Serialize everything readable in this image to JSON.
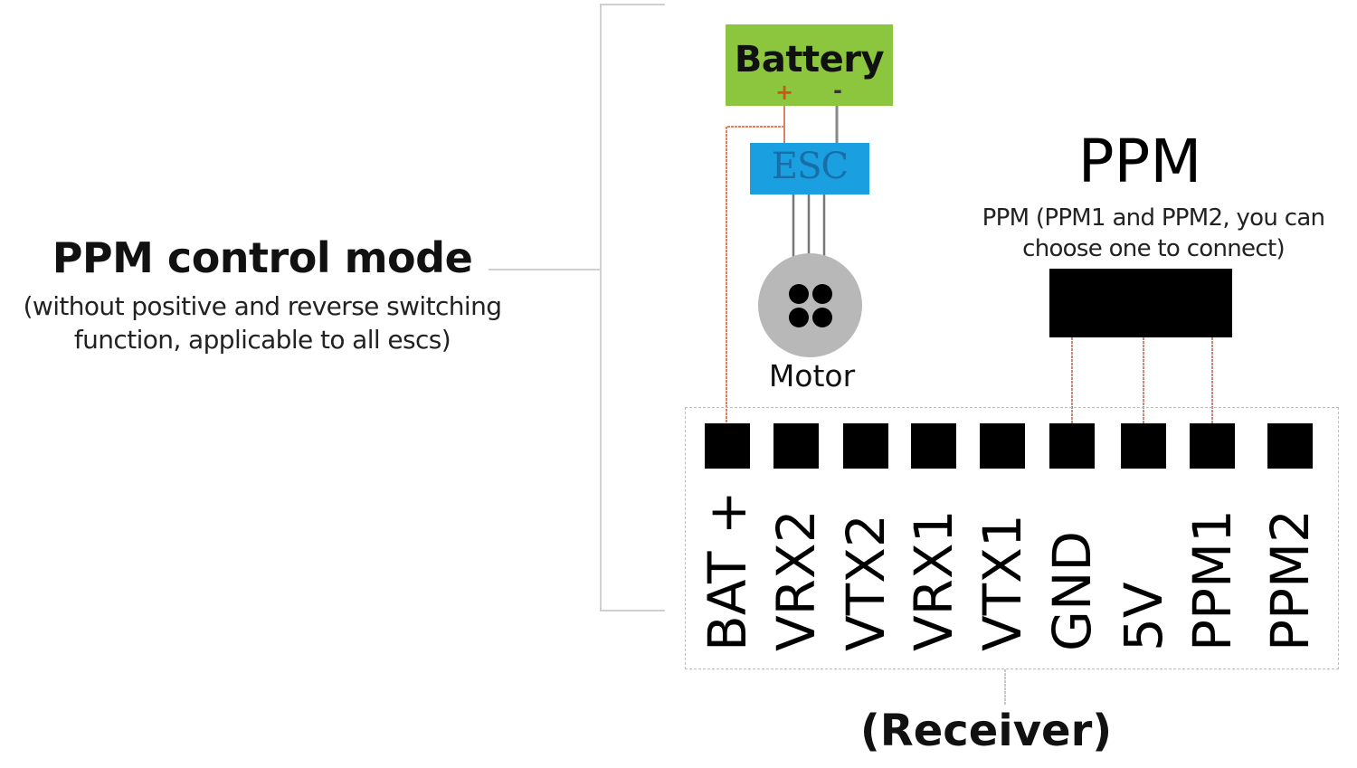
{
  "diagram": {
    "mode": {
      "title": "PPM control mode",
      "subtitle_line1": "(without positive and reverse switching",
      "subtitle_line2": "function, applicable to all escs)"
    },
    "battery": {
      "label": "Battery",
      "plus": "+",
      "minus": "-",
      "color": "#8cc63f"
    },
    "esc": {
      "label": "ESC",
      "color": "#1aa0e0"
    },
    "motor": {
      "label": "Motor",
      "color": "#b8b8b8"
    },
    "ppm": {
      "title": "PPM",
      "description_line1": "PPM (PPM1 and PPM2, you can",
      "description_line2": "choose one to connect)"
    },
    "receiver": {
      "label": "(Receiver)",
      "pins": [
        {
          "label": "BAT +"
        },
        {
          "label": "VRX2"
        },
        {
          "label": "VTX2"
        },
        {
          "label": "VRX1"
        },
        {
          "label": "VTX1"
        },
        {
          "label": "GND"
        },
        {
          "label": "5V"
        },
        {
          "label": "PPM1"
        },
        {
          "label": "PPM2"
        }
      ]
    },
    "connections": [
      {
        "from": "Battery +",
        "to": "ESC"
      },
      {
        "from": "Battery -",
        "to": "ESC"
      },
      {
        "from": "Battery +",
        "to": "BAT +"
      },
      {
        "from": "ESC",
        "to": "Motor",
        "wires": 3
      },
      {
        "from": "PPM connector",
        "to": "GND"
      },
      {
        "from": "PPM connector",
        "to": "5V"
      },
      {
        "from": "PPM connector",
        "to": "PPM1"
      }
    ],
    "wire_colors": {
      "signal": "#d9826a",
      "ground": "#888888",
      "bracket": "#cfcfcf"
    }
  }
}
